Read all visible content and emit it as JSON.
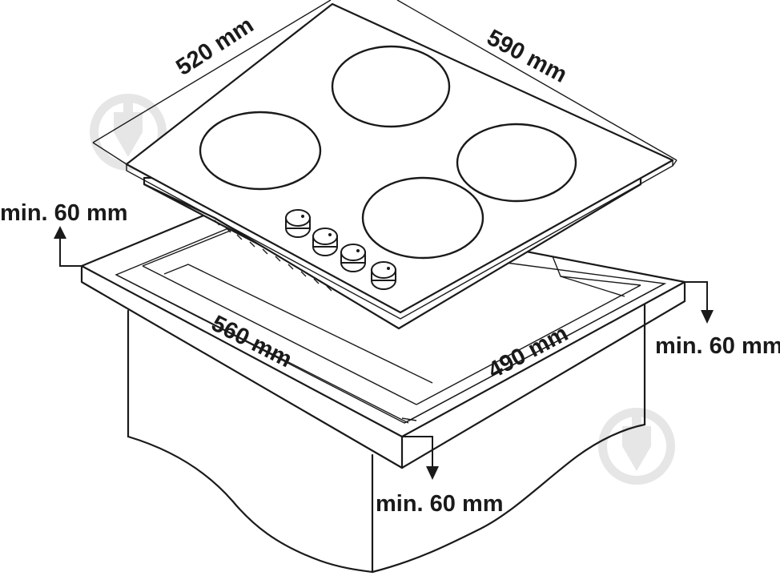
{
  "diagram": {
    "dimensions": {
      "hob_depth": "520 mm",
      "hob_width": "590 mm",
      "cutout_width": "560 mm",
      "cutout_depth": "490 mm"
    },
    "clearances": {
      "back": "min. 60 mm",
      "side": "min. 60 mm",
      "front": "min. 60 mm"
    },
    "hob": {
      "cooking_zones": 4,
      "control_knobs": 4
    },
    "colors": {
      "line": "#1a1a1a",
      "background": "#ffffff",
      "watermark": "#e6e6e6"
    }
  }
}
